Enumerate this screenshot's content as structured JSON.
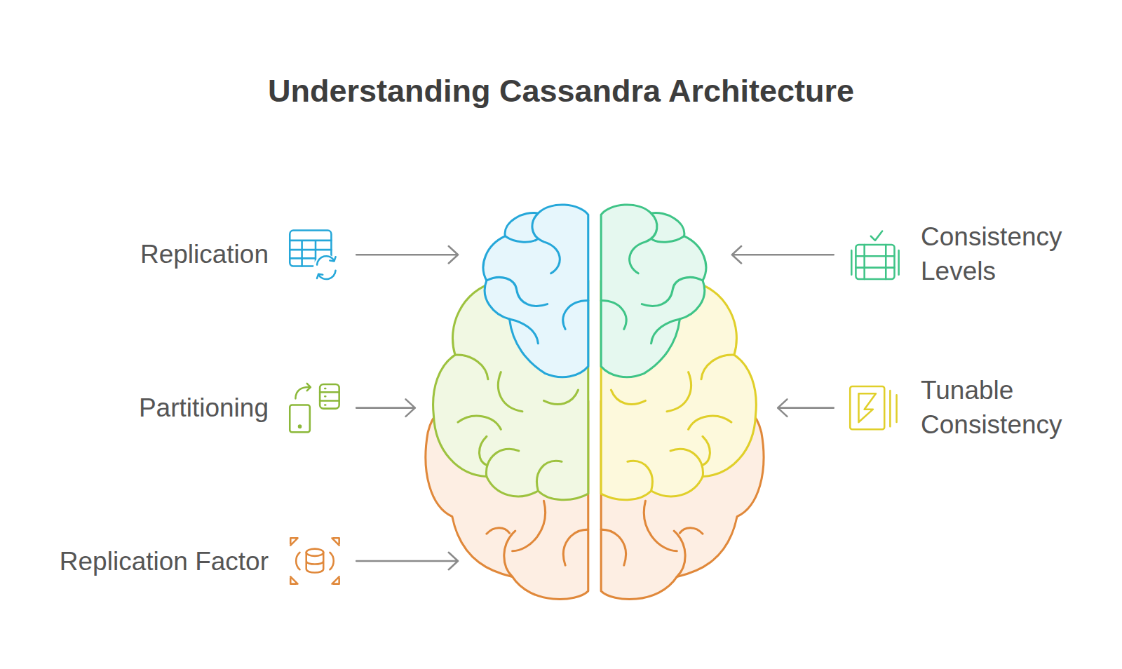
{
  "diagram": {
    "title": "Understanding Cassandra Architecture",
    "labels": [
      "Replication",
      "Consistency Levels",
      "Partitioning",
      "Tunable Consistency",
      "Replication Factor"
    ]
  }
}
